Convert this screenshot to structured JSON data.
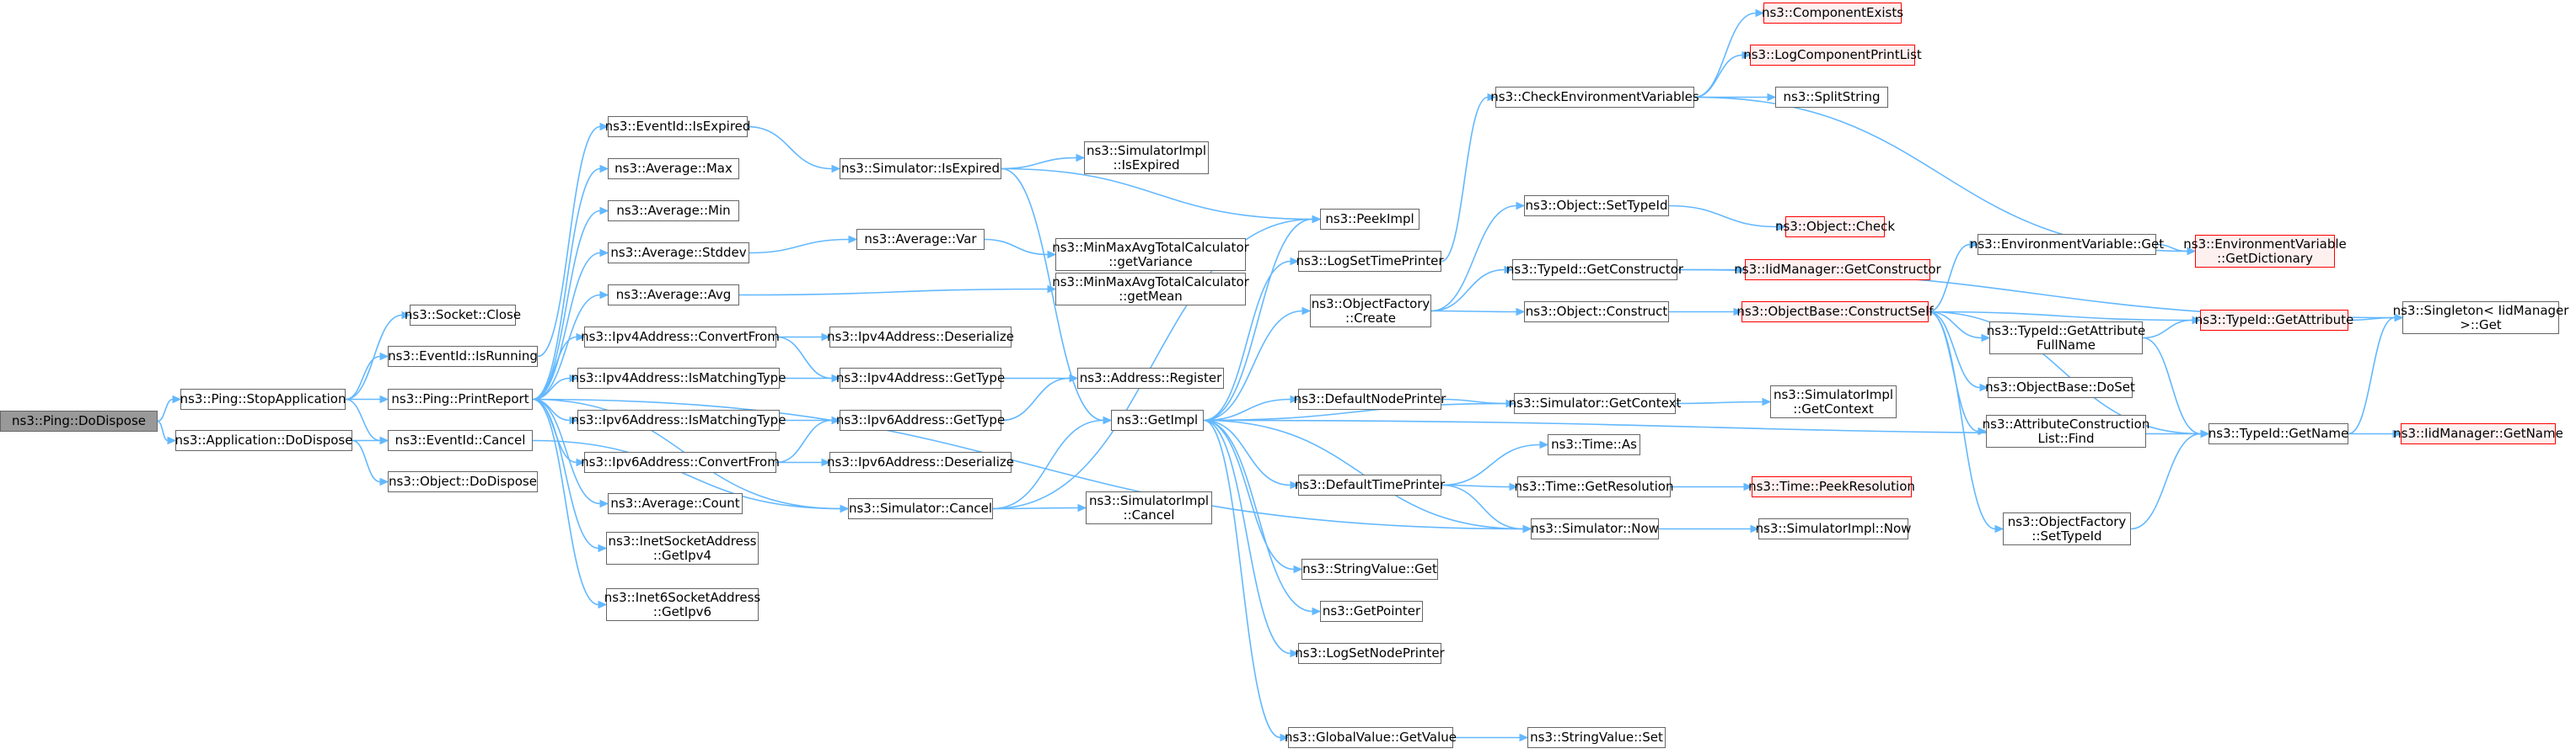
{
  "diagram": {
    "nodes": [
      {
        "id": "dodispose",
        "lines": [
          "ns3::Ping::DoDispose"
        ],
        "style": "root"
      },
      {
        "id": "stopapp",
        "lines": [
          "ns3::Ping::StopApplication"
        ],
        "style": "normal"
      },
      {
        "id": "appdispose",
        "lines": [
          "ns3::Application::DoDispose"
        ],
        "style": "normal"
      },
      {
        "id": "sockclose",
        "lines": [
          "ns3::Socket::Close"
        ],
        "style": "normal"
      },
      {
        "id": "evrunning",
        "lines": [
          "ns3::EventId::IsRunning"
        ],
        "style": "normal"
      },
      {
        "id": "printreport",
        "lines": [
          "ns3::Ping::PrintReport"
        ],
        "style": "normal"
      },
      {
        "id": "evcancel",
        "lines": [
          "ns3::EventId::Cancel"
        ],
        "style": "normal"
      },
      {
        "id": "objdispose",
        "lines": [
          "ns3::Object::DoDispose"
        ],
        "style": "normal"
      },
      {
        "id": "evexpired",
        "lines": [
          "ns3::EventId::IsExpired"
        ],
        "style": "normal"
      },
      {
        "id": "avgmax",
        "lines": [
          "ns3::Average::Max"
        ],
        "style": "normal"
      },
      {
        "id": "avgmin",
        "lines": [
          "ns3::Average::Min"
        ],
        "style": "normal"
      },
      {
        "id": "avgstddev",
        "lines": [
          "ns3::Average::Stddev"
        ],
        "style": "normal"
      },
      {
        "id": "avgavg",
        "lines": [
          "ns3::Average::Avg"
        ],
        "style": "normal"
      },
      {
        "id": "ipv4conv",
        "lines": [
          "ns3::Ipv4Address::ConvertFrom"
        ],
        "style": "normal"
      },
      {
        "id": "ipv4match",
        "lines": [
          "ns3::Ipv4Address::IsMatchingType"
        ],
        "style": "normal"
      },
      {
        "id": "ipv6match",
        "lines": [
          "ns3::Ipv6Address::IsMatchingType"
        ],
        "style": "normal"
      },
      {
        "id": "ipv6conv",
        "lines": [
          "ns3::Ipv6Address::ConvertFrom"
        ],
        "style": "normal"
      },
      {
        "id": "avgcount",
        "lines": [
          "ns3::Average::Count"
        ],
        "style": "normal"
      },
      {
        "id": "inet4",
        "lines": [
          "ns3::InetSocketAddress",
          "::GetIpv4"
        ],
        "style": "normal"
      },
      {
        "id": "inet6",
        "lines": [
          "ns3::Inet6SocketAddress",
          "::GetIpv6"
        ],
        "style": "normal"
      },
      {
        "id": "simexpired",
        "lines": [
          "ns3::Simulator::IsExpired"
        ],
        "style": "normal"
      },
      {
        "id": "avgvar",
        "lines": [
          "ns3::Average::Var"
        ],
        "style": "normal"
      },
      {
        "id": "ipv4gettype",
        "lines": [
          "ns3::Ipv4Address::GetType"
        ],
        "style": "normal"
      },
      {
        "id": "ipv6gettype",
        "lines": [
          "ns3::Ipv6Address::GetType"
        ],
        "style": "normal"
      },
      {
        "id": "ipv4deser",
        "lines": [
          "ns3::Ipv4Address::Deserialize"
        ],
        "style": "normal"
      },
      {
        "id": "ipv6deser",
        "lines": [
          "ns3::Ipv6Address::Deserialize"
        ],
        "style": "normal"
      },
      {
        "id": "simcancel",
        "lines": [
          "ns3::Simulator::Cancel"
        ],
        "style": "normal"
      },
      {
        "id": "simimplexp",
        "lines": [
          "ns3::SimulatorImpl",
          "::IsExpired"
        ],
        "style": "normal"
      },
      {
        "id": "getvariance",
        "lines": [
          "ns3::MinMaxAvgTotalCalculator",
          "::getVariance"
        ],
        "style": "normal"
      },
      {
        "id": "getmean",
        "lines": [
          "ns3::MinMaxAvgTotalCalculator",
          "::getMean"
        ],
        "style": "normal"
      },
      {
        "id": "addrreg",
        "lines": [
          "ns3::Address::Register"
        ],
        "style": "normal"
      },
      {
        "id": "getimpl",
        "lines": [
          "ns3::GetImpl"
        ],
        "style": "normal"
      },
      {
        "id": "simimplcancel",
        "lines": [
          "ns3::SimulatorImpl",
          "::Cancel"
        ],
        "style": "normal"
      },
      {
        "id": "peekimpl",
        "lines": [
          "ns3::PeekImpl"
        ],
        "style": "normal"
      },
      {
        "id": "logsettime",
        "lines": [
          "ns3::LogSetTimePrinter"
        ],
        "style": "normal"
      },
      {
        "id": "objfactory",
        "lines": [
          "ns3::ObjectFactory",
          "::Create"
        ],
        "style": "normal"
      },
      {
        "id": "defnodeprinter",
        "lines": [
          "ns3::DefaultNodePrinter"
        ],
        "style": "normal"
      },
      {
        "id": "deftimeprinter",
        "lines": [
          "ns3::DefaultTimePrinter"
        ],
        "style": "normal"
      },
      {
        "id": "strvalget",
        "lines": [
          "ns3::StringValue::Get"
        ],
        "style": "normal"
      },
      {
        "id": "getpointer",
        "lines": [
          "ns3::GetPointer"
        ],
        "style": "normal"
      },
      {
        "id": "logsetnode",
        "lines": [
          "ns3::LogSetNodePrinter"
        ],
        "style": "normal"
      },
      {
        "id": "globalget",
        "lines": [
          "ns3::GlobalValue::GetValue"
        ],
        "style": "normal"
      },
      {
        "id": "checkenv",
        "lines": [
          "ns3::CheckEnvironmentVariables"
        ],
        "style": "normal"
      },
      {
        "id": "objsettypeid",
        "lines": [
          "ns3::Object::SetTypeId"
        ],
        "style": "normal"
      },
      {
        "id": "typeidgetctor",
        "lines": [
          "ns3::TypeId::GetConstructor"
        ],
        "style": "normal"
      },
      {
        "id": "objconstruct",
        "lines": [
          "ns3::Object::Construct"
        ],
        "style": "normal"
      },
      {
        "id": "simgetctx",
        "lines": [
          "ns3::Simulator::GetContext"
        ],
        "style": "normal"
      },
      {
        "id": "timeas",
        "lines": [
          "ns3::Time::As"
        ],
        "style": "normal"
      },
      {
        "id": "timegetres",
        "lines": [
          "ns3::Time::GetResolution"
        ],
        "style": "normal"
      },
      {
        "id": "simnow",
        "lines": [
          "ns3::Simulator::Now"
        ],
        "style": "normal"
      },
      {
        "id": "strvalset",
        "lines": [
          "ns3::StringValue::Set"
        ],
        "style": "normal"
      },
      {
        "id": "compexists",
        "lines": [
          "ns3::ComponentExists"
        ],
        "style": "red"
      },
      {
        "id": "logcompprint",
        "lines": [
          "ns3::LogComponentPrintList"
        ],
        "style": "red"
      },
      {
        "id": "splitstring",
        "lines": [
          "ns3::SplitString"
        ],
        "style": "normal"
      },
      {
        "id": "objcheck",
        "lines": [
          "ns3::Object::Check"
        ],
        "style": "red"
      },
      {
        "id": "iidgetctor",
        "lines": [
          "ns3::IidManager::GetConstructor"
        ],
        "style": "red"
      },
      {
        "id": "constructself",
        "lines": [
          "ns3::ObjectBase::ConstructSelf"
        ],
        "style": "red"
      },
      {
        "id": "simimplctx",
        "lines": [
          "ns3::SimulatorImpl",
          "::GetContext"
        ],
        "style": "normal"
      },
      {
        "id": "peekres",
        "lines": [
          "ns3::Time::PeekResolution"
        ],
        "style": "red"
      },
      {
        "id": "simimplnow",
        "lines": [
          "ns3::SimulatorImpl::Now"
        ],
        "style": "normal"
      },
      {
        "id": "envget",
        "lines": [
          "ns3::EnvironmentVariable::Get"
        ],
        "style": "normal"
      },
      {
        "id": "envdict",
        "lines": [
          "ns3::EnvironmentVariable",
          "::GetDictionary"
        ],
        "style": "red"
      },
      {
        "id": "typeidfullname",
        "lines": [
          "ns3::TypeId::GetAttribute",
          "FullName"
        ],
        "style": "normal"
      },
      {
        "id": "objbasedoset",
        "lines": [
          "ns3::ObjectBase::DoSet"
        ],
        "style": "normal"
      },
      {
        "id": "attrfind",
        "lines": [
          "ns3::AttributeConstruction",
          "List::Find"
        ],
        "style": "normal"
      },
      {
        "id": "facsettypeid",
        "lines": [
          "ns3::ObjectFactory",
          "::SetTypeId"
        ],
        "style": "normal"
      },
      {
        "id": "typeidgetattr",
        "lines": [
          "ns3::TypeId::GetAttribute"
        ],
        "style": "red"
      },
      {
        "id": "typeidgetname",
        "lines": [
          "ns3::TypeId::GetName"
        ],
        "style": "normal"
      },
      {
        "id": "singleton",
        "lines": [
          "ns3::Singleton< IidManager",
          ">::Get"
        ],
        "style": "normal"
      },
      {
        "id": "iidgetname",
        "lines": [
          "ns3::IidManager::GetName"
        ],
        "style": "red"
      }
    ],
    "edges": [
      [
        "dodispose",
        "stopapp"
      ],
      [
        "dodispose",
        "appdispose"
      ],
      [
        "stopapp",
        "sockclose"
      ],
      [
        "stopapp",
        "evrunning"
      ],
      [
        "stopapp",
        "printreport"
      ],
      [
        "stopapp",
        "evcancel"
      ],
      [
        "appdispose",
        "evcancel"
      ],
      [
        "appdispose",
        "objdispose"
      ],
      [
        "evrunning",
        "evexpired"
      ],
      [
        "printreport",
        "avgmax"
      ],
      [
        "printreport",
        "avgmin"
      ],
      [
        "printreport",
        "avgstddev"
      ],
      [
        "printreport",
        "avgavg"
      ],
      [
        "printreport",
        "ipv4conv"
      ],
      [
        "printreport",
        "ipv4match"
      ],
      [
        "printreport",
        "ipv6match"
      ],
      [
        "printreport",
        "ipv6conv"
      ],
      [
        "printreport",
        "avgcount"
      ],
      [
        "printreport",
        "inet4"
      ],
      [
        "printreport",
        "inet6"
      ],
      [
        "printreport",
        "simnow"
      ],
      [
        "printreport",
        "simcancel"
      ],
      [
        "evexpired",
        "simexpired"
      ],
      [
        "evcancel",
        "simcancel"
      ],
      [
        "avgstddev",
        "avgvar"
      ],
      [
        "avgavg",
        "getmean"
      ],
      [
        "avgvar",
        "getvariance"
      ],
      [
        "ipv4conv",
        "ipv4gettype"
      ],
      [
        "ipv4conv",
        "ipv4deser"
      ],
      [
        "ipv4match",
        "ipv4gettype"
      ],
      [
        "ipv6match",
        "ipv6gettype"
      ],
      [
        "ipv6conv",
        "ipv6gettype"
      ],
      [
        "ipv6conv",
        "ipv6deser"
      ],
      [
        "ipv4gettype",
        "addrreg"
      ],
      [
        "ipv6gettype",
        "addrreg"
      ],
      [
        "simexpired",
        "simimplexp"
      ],
      [
        "simexpired",
        "peekimpl"
      ],
      [
        "simexpired",
        "getimpl"
      ],
      [
        "simcancel",
        "getimpl"
      ],
      [
        "simcancel",
        "simimplcancel"
      ],
      [
        "simcancel",
        "peekimpl"
      ],
      [
        "getimpl",
        "peekimpl"
      ],
      [
        "getimpl",
        "logsettime"
      ],
      [
        "getimpl",
        "objfactory"
      ],
      [
        "getimpl",
        "defnodeprinter"
      ],
      [
        "getimpl",
        "simgetctx"
      ],
      [
        "getimpl",
        "deftimeprinter"
      ],
      [
        "getimpl",
        "simnow"
      ],
      [
        "getimpl",
        "strvalget"
      ],
      [
        "getimpl",
        "getpointer"
      ],
      [
        "getimpl",
        "logsetnode"
      ],
      [
        "getimpl",
        "globalget"
      ],
      [
        "getimpl",
        "typeidgetname"
      ],
      [
        "logsettime",
        "checkenv"
      ],
      [
        "objfactory",
        "objsettypeid"
      ],
      [
        "objfactory",
        "typeidgetctor"
      ],
      [
        "objfactory",
        "objconstruct"
      ],
      [
        "defnodeprinter",
        "simgetctx"
      ],
      [
        "deftimeprinter",
        "timeas"
      ],
      [
        "deftimeprinter",
        "timegetres"
      ],
      [
        "deftimeprinter",
        "simnow"
      ],
      [
        "globalget",
        "strvalset"
      ],
      [
        "checkenv",
        "compexists"
      ],
      [
        "checkenv",
        "logcompprint"
      ],
      [
        "checkenv",
        "splitstring"
      ],
      [
        "checkenv",
        "envdict"
      ],
      [
        "objsettypeid",
        "objcheck"
      ],
      [
        "typeidgetctor",
        "iidgetctor"
      ],
      [
        "typeidgetctor",
        "singleton"
      ],
      [
        "objconstruct",
        "constructself"
      ],
      [
        "simgetctx",
        "simimplctx"
      ],
      [
        "timegetres",
        "peekres"
      ],
      [
        "simnow",
        "simimplnow"
      ],
      [
        "constructself",
        "envget"
      ],
      [
        "constructself",
        "typeidfullname"
      ],
      [
        "constructself",
        "objbasedoset"
      ],
      [
        "constructself",
        "attrfind"
      ],
      [
        "constructself",
        "facsettypeid"
      ],
      [
        "constructself",
        "typeidgetattr"
      ],
      [
        "constructself",
        "typeidgetname"
      ],
      [
        "envget",
        "envdict"
      ],
      [
        "typeidfullname",
        "typeidgetattr"
      ],
      [
        "typeidfullname",
        "typeidgetname"
      ],
      [
        "facsettypeid",
        "typeidgetname"
      ],
      [
        "typeidgetattr",
        "singleton"
      ],
      [
        "typeidgetname",
        "singleton"
      ],
      [
        "typeidgetname",
        "iidgetname"
      ]
    ]
  }
}
